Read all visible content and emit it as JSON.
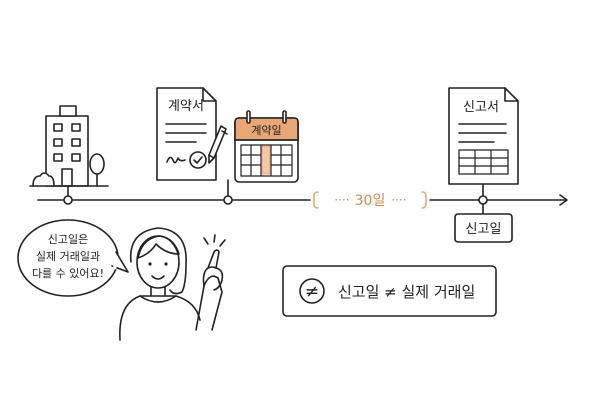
{
  "contract_doc": {
    "title": "계약서"
  },
  "calendar": {
    "title": "계약일"
  },
  "period": {
    "label": "30일",
    "dots": "····"
  },
  "report_doc": {
    "title": "신고서"
  },
  "report_tag": {
    "label": "신고일"
  },
  "speech": {
    "lines": [
      "신고일은",
      "실제 거래일과",
      "다를 수 있어요!"
    ]
  },
  "rule_box": {
    "symbol": "≠",
    "text": "신고일 ≠ 실제 거래일"
  },
  "colors": {
    "accent": "#e8a774",
    "accent_text": "#d08a4f",
    "ink": "#222222"
  }
}
